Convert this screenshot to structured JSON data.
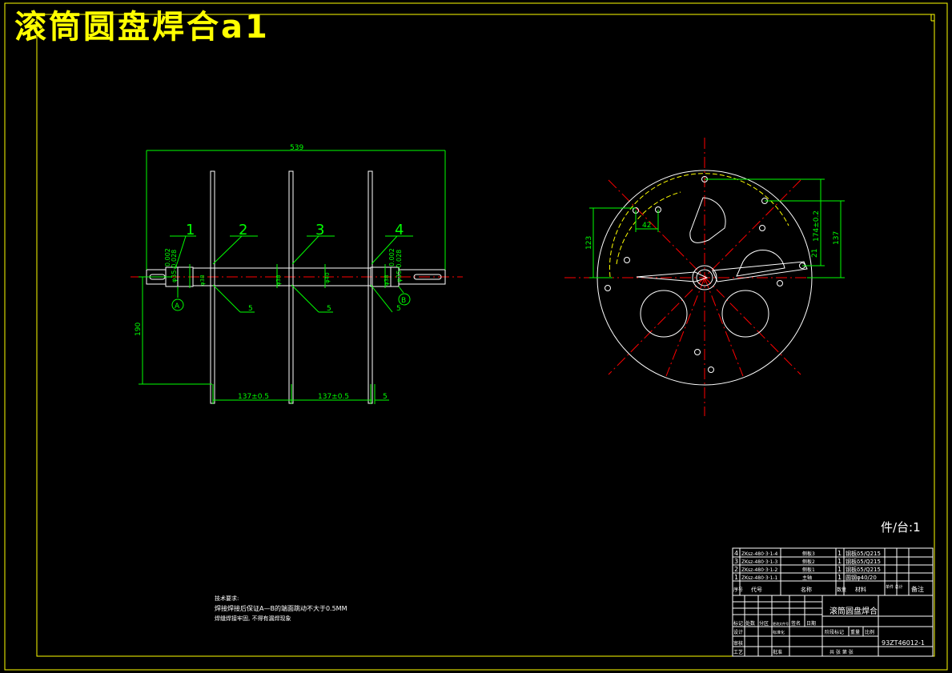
{
  "title": "滚筒圆盘焊合a1",
  "colors": {
    "frame": "#ffff00",
    "outline": "#ffffff",
    "dimension": "#00ff00",
    "centerline": "#ff0000",
    "hidden": "#ffff00"
  },
  "front_view": {
    "overall_length": "539",
    "callouts": [
      "1",
      "2",
      "3",
      "4"
    ],
    "tol_left_upper": "0.002",
    "tol_left_lower": "φ35-0.028",
    "tol_right_upper": "0.002",
    "tol_right_lower": "φ35-0.028",
    "dia_labels": [
      "φ38",
      "φ38",
      "φ40",
      "φ38"
    ],
    "weld_size": "5",
    "datum_a": "A",
    "datum_b": "B",
    "height_dim": "190",
    "spacing_1": "137±0.5",
    "spacing_2": "137±0.5",
    "plate_thk": "5"
  },
  "side_view": {
    "dim_42": "42",
    "dim_123": "123",
    "dim_174": "174±0.2",
    "dim_137": "137",
    "dim_21": "21"
  },
  "qty_note": "件/台:1",
  "tech_notes": {
    "heading": "技术要求:",
    "line1": "焊接焊接后保证A—B的端面跳动不大于0.5MM",
    "line2": "焊缝焊接牢固, 不得有漏焊现象"
  },
  "bom": {
    "rows": [
      {
        "no": "4",
        "code": "ZKsz-480·3·1-4",
        "name": "侧板3",
        "qty": "1",
        "material": "钢板δ5/Q215"
      },
      {
        "no": "3",
        "code": "ZKsz-480·3·1-3",
        "name": "侧板2",
        "qty": "1",
        "material": "钢板δ5/Q215"
      },
      {
        "no": "2",
        "code": "ZKsz-480·3·1-2",
        "name": "侧板1",
        "qty": "1",
        "material": "钢板δ5/Q215"
      },
      {
        "no": "1",
        "code": "ZKsz-480·3·1-1",
        "name": "主轴",
        "qty": "1",
        "material": "圆钢φ40/20"
      }
    ],
    "header": {
      "no": "序号",
      "code": "代号",
      "name": "名称",
      "qty": "数量",
      "material": "材料",
      "weight": "单件 总计",
      "note": "备注"
    }
  },
  "title_block": {
    "drawing_name": "滚筒圆盘焊合",
    "drawing_no": "93ZT46012-1",
    "row_labels": [
      "标记",
      "处数",
      "分区",
      "更改文件号",
      "签名",
      "日期"
    ],
    "design": "设计",
    "standardize": "标准化",
    "review": "审核",
    "process": "工艺",
    "approve": "批准",
    "stage": "阶段标记",
    "weight": "重量",
    "scale": "比例",
    "sheets": "共 张 第 张"
  }
}
